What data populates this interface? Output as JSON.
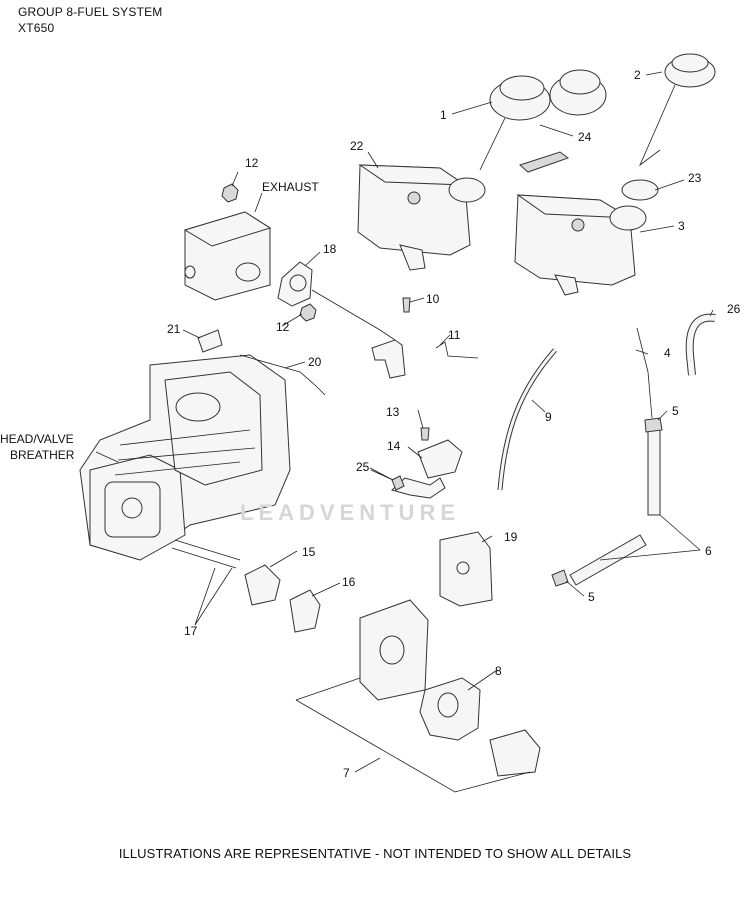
{
  "header": {
    "title": "GROUP 8-FUEL SYSTEM",
    "model": "XT650"
  },
  "footer": {
    "text": "ILLUSTRATIONS ARE REPRESENTATIVE - NOT INTENDED TO SHOW ALL DETAILS"
  },
  "watermark": {
    "text": "LEADVENTURE"
  },
  "labels": {
    "exhaust": "EXHAUST",
    "head_valve_1": "HEAD/VALVE",
    "head_valve_2": "BREATHER"
  },
  "callouts": {
    "c1": "1",
    "c2": "2",
    "c3": "3",
    "c4": "4",
    "c5a": "5",
    "c5b": "5",
    "c6": "6",
    "c7": "7",
    "c8": "8",
    "c9": "9",
    "c10": "10",
    "c11": "11",
    "c12a": "12",
    "c12b": "12",
    "c13": "13",
    "c14": "14",
    "c15": "15",
    "c16": "16",
    "c17": "17",
    "c18": "18",
    "c19": "19",
    "c20": "20",
    "c21": "21",
    "c22": "22",
    "c23": "23",
    "c24": "24",
    "c25": "25",
    "c26": "26"
  }
}
